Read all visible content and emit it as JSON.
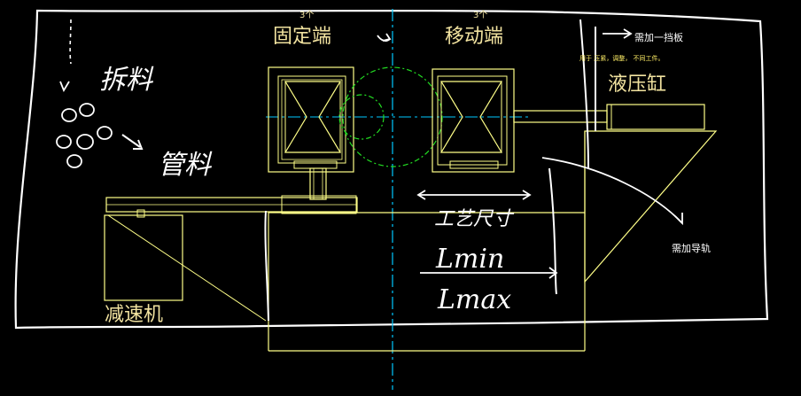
{
  "labels": {
    "fixed_end": "固定端",
    "fixed_end_count": "3个",
    "moving_end": "移动端",
    "moving_end_count": "3个",
    "hydraulic_cylinder": "液压缸",
    "reducer": "减速机",
    "baffle_note": "需加一挡板",
    "baffle_usage": "用于 压紧，调整，     不同工件。",
    "guide_note": "需加导轨",
    "handwritten_unload": "拆料",
    "handwritten_tube": "管料",
    "handwritten_process": "工艺尺寸",
    "handwritten_lmin": "Lmin",
    "handwritten_lmax": "Lmax"
  },
  "colors": {
    "frame": "#ffff88",
    "centerline": "#00c8ff",
    "circle": "#22dd22",
    "label": "#f2e3a0",
    "handwriting": "#ffffff"
  }
}
